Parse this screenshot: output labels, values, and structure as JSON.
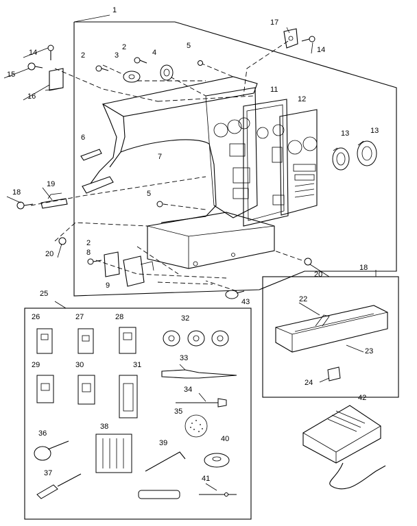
{
  "callouts": [
    {
      "id": "c1",
      "text": "1"
    },
    {
      "id": "c2a",
      "text": "2"
    },
    {
      "id": "c2b",
      "text": "2"
    },
    {
      "id": "c2c",
      "text": "2"
    },
    {
      "id": "c3",
      "text": "3"
    },
    {
      "id": "c4",
      "text": "4"
    },
    {
      "id": "c5a",
      "text": "5"
    },
    {
      "id": "c5b",
      "text": "5"
    },
    {
      "id": "c6",
      "text": "6"
    },
    {
      "id": "c7",
      "text": "7"
    },
    {
      "id": "c8",
      "text": "8"
    },
    {
      "id": "c9",
      "text": "9"
    },
    {
      "id": "c11",
      "text": "11"
    },
    {
      "id": "c12",
      "text": "12"
    },
    {
      "id": "c13a",
      "text": "13"
    },
    {
      "id": "c13b",
      "text": "13"
    },
    {
      "id": "c14a",
      "text": "14"
    },
    {
      "id": "c14b",
      "text": "14"
    },
    {
      "id": "c15",
      "text": "15"
    },
    {
      "id": "c16",
      "text": "16"
    },
    {
      "id": "c17",
      "text": "17"
    },
    {
      "id": "c18a",
      "text": "18"
    },
    {
      "id": "c18b",
      "text": "18"
    },
    {
      "id": "c19",
      "text": "19"
    },
    {
      "id": "c20a",
      "text": "20"
    },
    {
      "id": "c20b",
      "text": "20"
    },
    {
      "id": "c22",
      "text": "22"
    },
    {
      "id": "c23",
      "text": "23"
    },
    {
      "id": "c24",
      "text": "24"
    },
    {
      "id": "c25",
      "text": "25"
    },
    {
      "id": "c26",
      "text": "26"
    },
    {
      "id": "c27",
      "text": "27"
    },
    {
      "id": "c28",
      "text": "28"
    },
    {
      "id": "c29",
      "text": "29"
    },
    {
      "id": "c30",
      "text": "30"
    },
    {
      "id": "c31",
      "text": "31"
    },
    {
      "id": "c32",
      "text": "32"
    },
    {
      "id": "c33",
      "text": "33"
    },
    {
      "id": "c34",
      "text": "34"
    },
    {
      "id": "c35",
      "text": "35"
    },
    {
      "id": "c36",
      "text": "36"
    },
    {
      "id": "c37",
      "text": "37"
    },
    {
      "id": "c38",
      "text": "38"
    },
    {
      "id": "c39",
      "text": "39"
    },
    {
      "id": "c40",
      "text": "40"
    },
    {
      "id": "c41",
      "text": "41"
    },
    {
      "id": "c42",
      "text": "42"
    },
    {
      "id": "c43",
      "text": "43"
    }
  ]
}
